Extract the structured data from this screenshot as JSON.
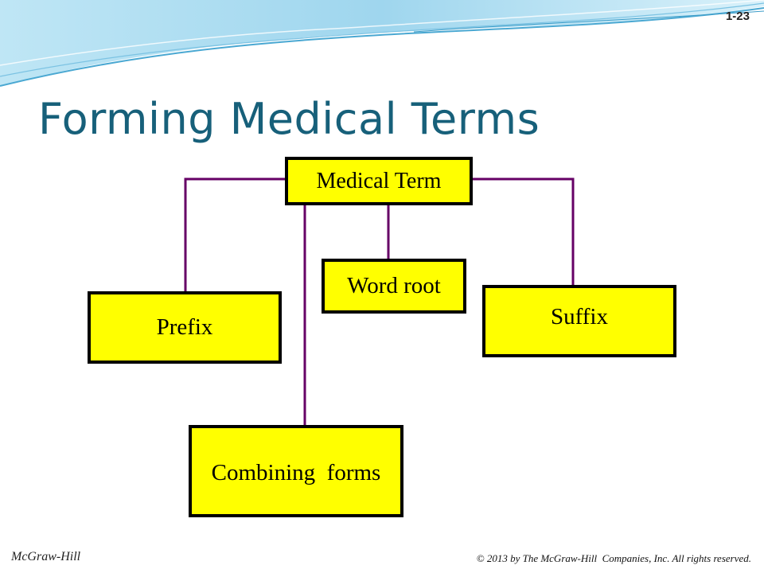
{
  "slide": {
    "number": "1-23",
    "title": "Forming Medical Terms"
  },
  "diagram": {
    "root": "Medical Term",
    "nodes": {
      "word_root": "Word root",
      "prefix": "Prefix",
      "suffix": "Suffix",
      "combining_forms": "Combining  forms"
    }
  },
  "footer": {
    "publisher": "McGraw-Hill",
    "copyright": "© 2013 by The McGraw-Hill  Companies, Inc. All rights reserved."
  },
  "colors": {
    "title": "#17607a",
    "box_fill": "#ffff00",
    "box_border": "#000000",
    "connector": "#660066",
    "wave": "#5ab4d9"
  }
}
